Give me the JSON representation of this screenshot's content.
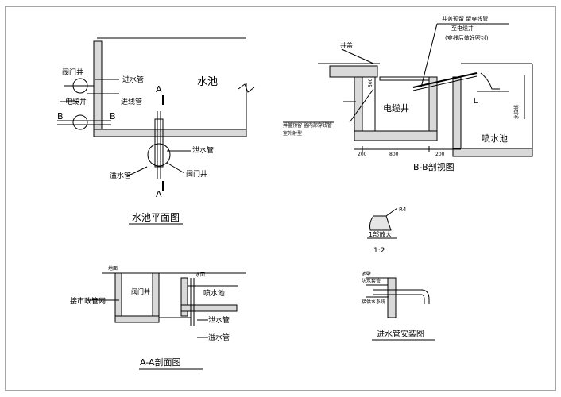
{
  "plan": {
    "title": "水池平面图",
    "pool_label": "水池",
    "valve_well": "阀门井",
    "inlet_pipe": "进水管",
    "cable_well": "电缆井",
    "conduit": "进线管",
    "section_a": "A",
    "section_b": "B",
    "drain_pipe": "泄水管",
    "overflow_pipe": "溢水管",
    "valve_well_2": "阀门井"
  },
  "section_bb": {
    "title": "B-B剖视图",
    "cover": "井盖",
    "note_top_1": "井盖预留  留穿线管",
    "note_top_2": "至电缆井",
    "note_top_3": "(穿线后做好密封)",
    "cable_well": "电缆井",
    "fountain_pool": "喷水池",
    "note_left_1": "井盖预留  留内部穿线管",
    "note_left_2": "室外射型",
    "dim_1": "200",
    "dim_2": "800",
    "dim_3": "200",
    "dim_v": "500",
    "detail_tag": "L",
    "water_level": "水位线"
  },
  "detail": {
    "title": "1部放大",
    "scale": "1:2",
    "radius": "R4"
  },
  "section_aa": {
    "title": "A-A剖面图",
    "municipal": "接市政管网",
    "valve_well": "阀门井",
    "fountain": "喷水池",
    "drain": "泄水管",
    "overflow": "溢水管",
    "ground": "地面",
    "ground_2": "水面"
  },
  "inlet_install": {
    "title": "进水管安装图",
    "label_1": "池壁",
    "label_2": "防水套管",
    "label_3": "接供水系统"
  }
}
